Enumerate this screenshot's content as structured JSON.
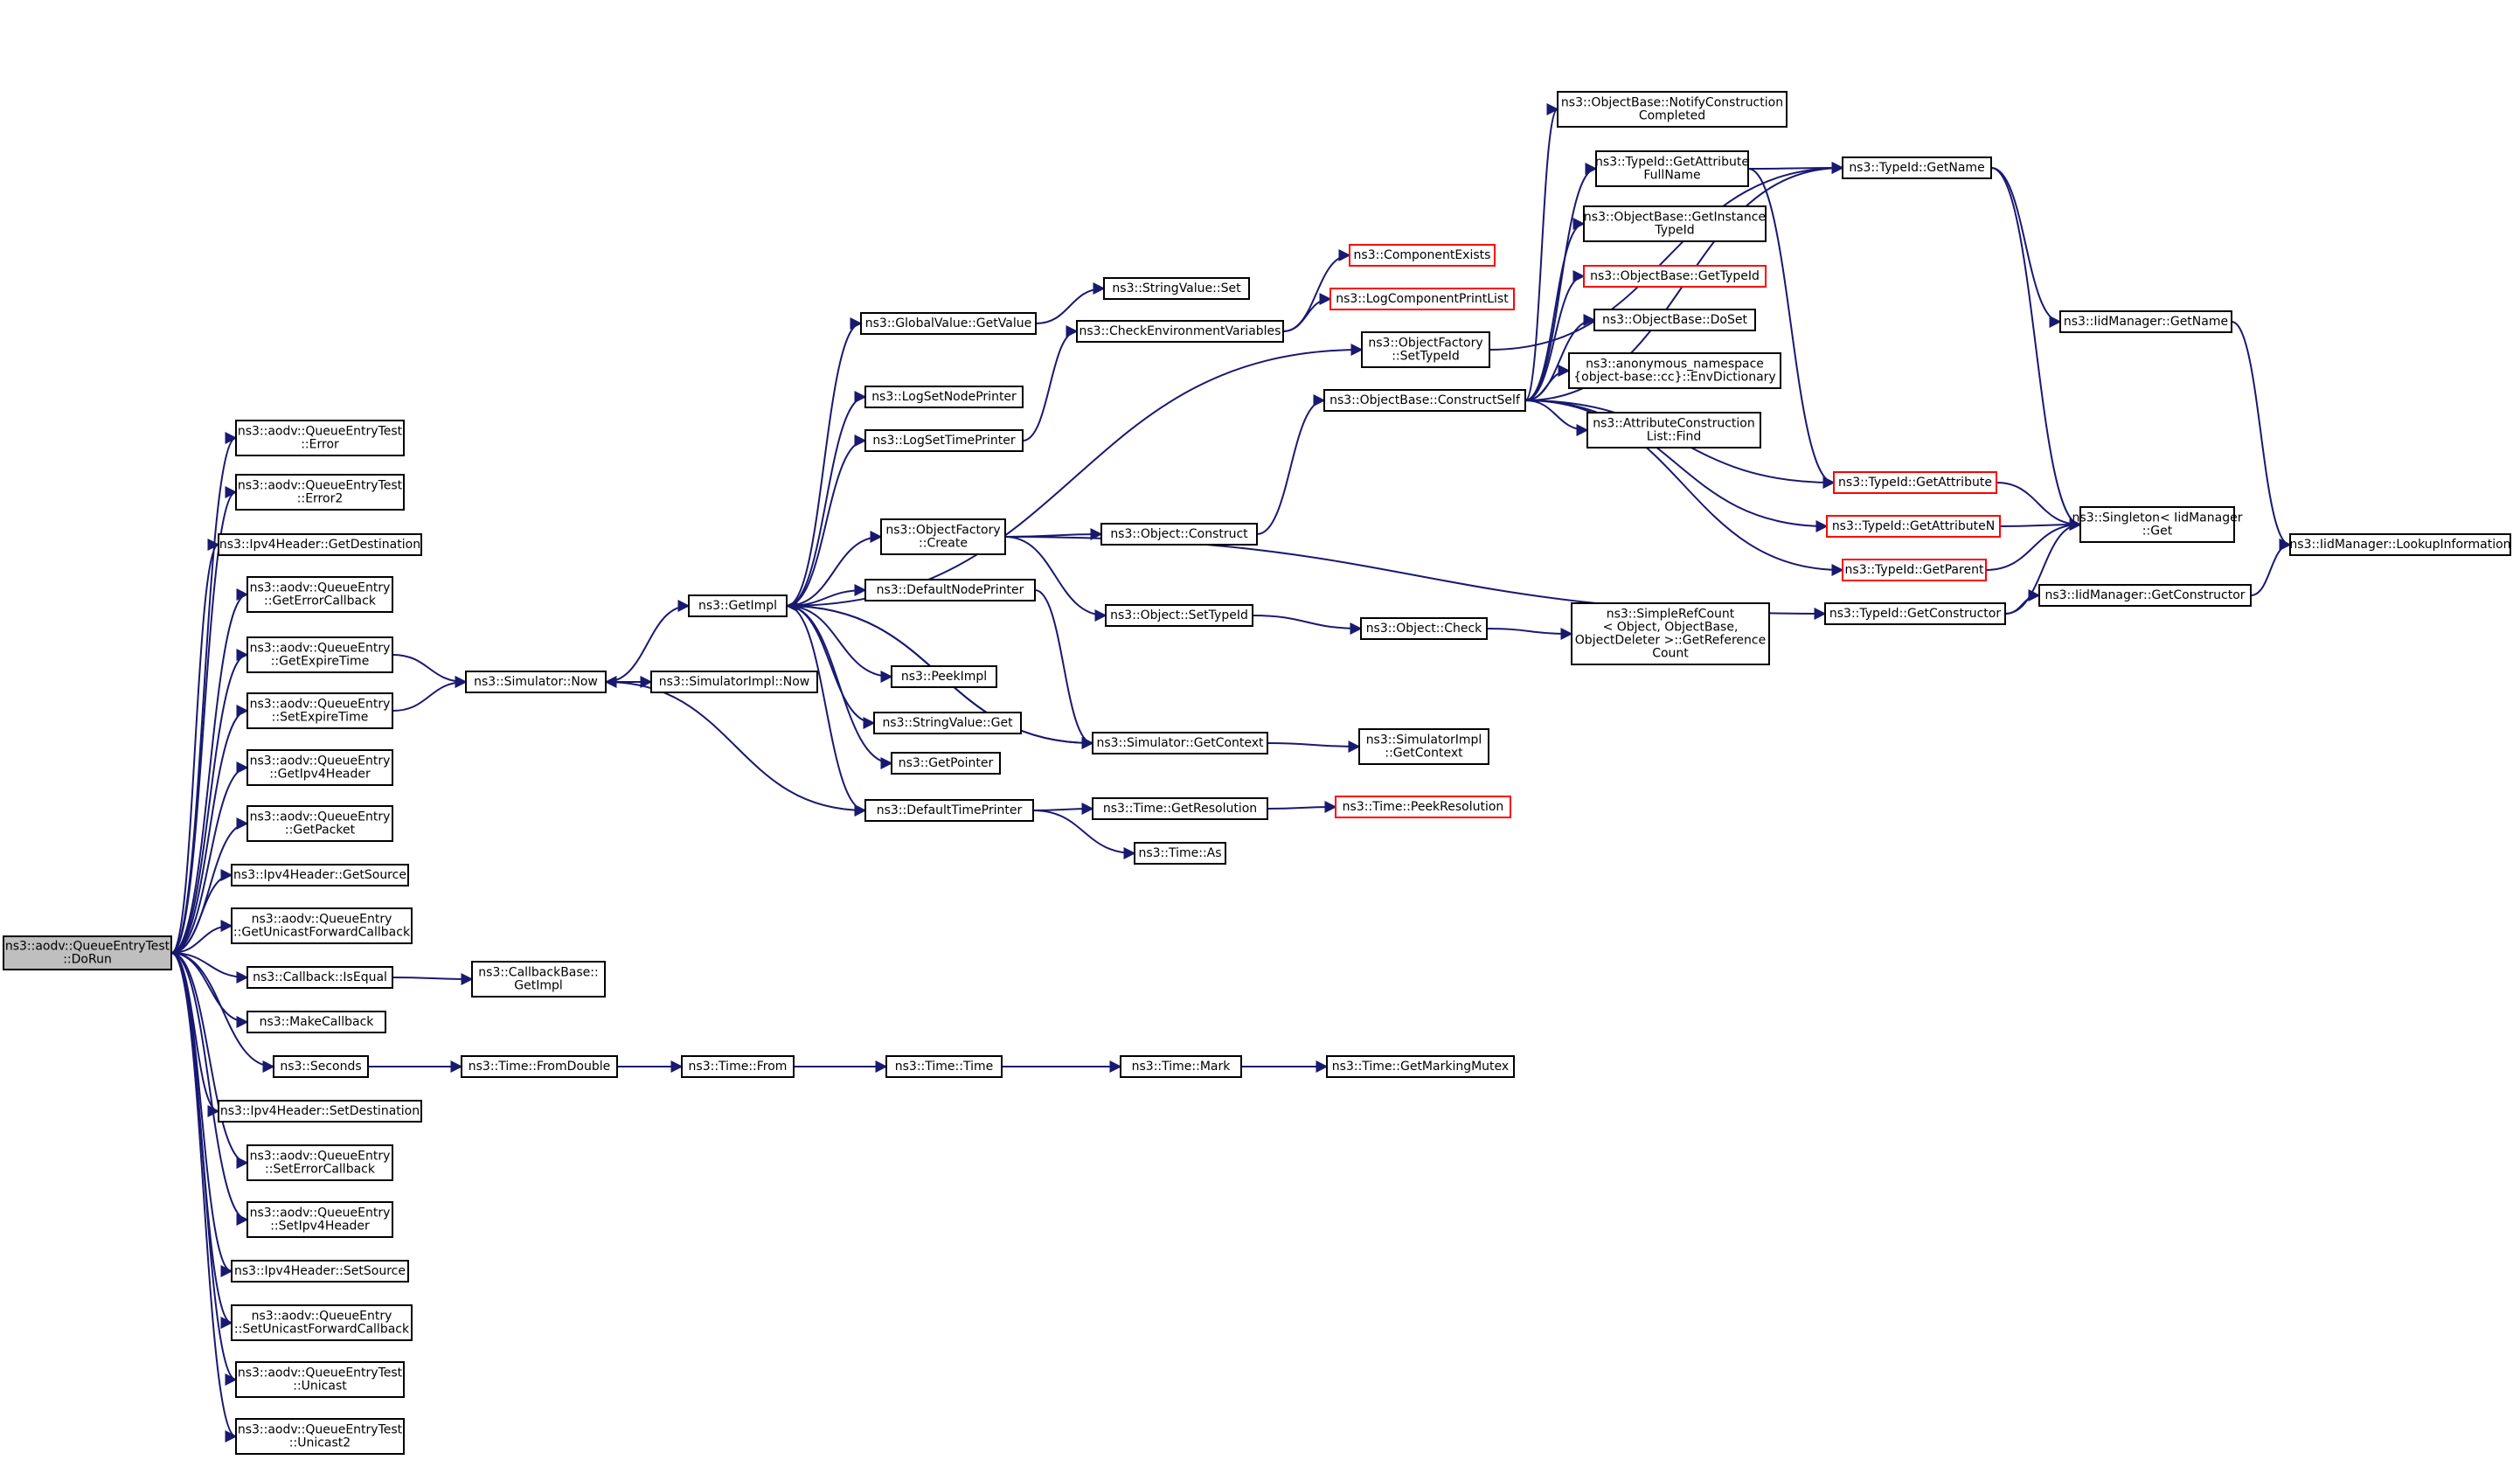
{
  "graph": {
    "nodes": [
      {
        "id": "root",
        "lines": [
          "ns3::aodv::QueueEntryTest",
          "::DoRun"
        ],
        "style": "root"
      },
      {
        "id": "error",
        "lines": [
          "ns3::aodv::QueueEntryTest",
          "::Error"
        ]
      },
      {
        "id": "error2",
        "lines": [
          "ns3::aodv::QueueEntryTest",
          "::Error2"
        ]
      },
      {
        "id": "ipv4getdest",
        "lines": [
          "ns3::Ipv4Header::GetDestination"
        ]
      },
      {
        "id": "geterrcb",
        "lines": [
          "ns3::aodv::QueueEntry",
          "::GetErrorCallback"
        ]
      },
      {
        "id": "getexpire",
        "lines": [
          "ns3::aodv::QueueEntry",
          "::GetExpireTime"
        ]
      },
      {
        "id": "setexpire",
        "lines": [
          "ns3::aodv::QueueEntry",
          "::SetExpireTime"
        ]
      },
      {
        "id": "getipv4hdr",
        "lines": [
          "ns3::aodv::QueueEntry",
          "::GetIpv4Header"
        ]
      },
      {
        "id": "getpacket",
        "lines": [
          "ns3::aodv::QueueEntry",
          "::GetPacket"
        ]
      },
      {
        "id": "ipv4getsrc",
        "lines": [
          "ns3::Ipv4Header::GetSource"
        ]
      },
      {
        "id": "getucb",
        "lines": [
          "ns3::aodv::QueueEntry",
          "::GetUnicastForwardCallback"
        ]
      },
      {
        "id": "isequal",
        "lines": [
          "ns3::Callback::IsEqual"
        ]
      },
      {
        "id": "cbgetimpl",
        "lines": [
          "ns3::CallbackBase::",
          "GetImpl"
        ]
      },
      {
        "id": "makecb",
        "lines": [
          "ns3::MakeCallback"
        ]
      },
      {
        "id": "seconds",
        "lines": [
          "ns3::Seconds"
        ]
      },
      {
        "id": "fromdouble",
        "lines": [
          "ns3::Time::FromDouble"
        ]
      },
      {
        "id": "from",
        "lines": [
          "ns3::Time::From"
        ]
      },
      {
        "id": "timetime",
        "lines": [
          "ns3::Time::Time"
        ]
      },
      {
        "id": "mark",
        "lines": [
          "ns3::Time::Mark"
        ]
      },
      {
        "id": "markmutex",
        "lines": [
          "ns3::Time::GetMarkingMutex"
        ]
      },
      {
        "id": "ipv4setdest",
        "lines": [
          "ns3::Ipv4Header::SetDestination"
        ]
      },
      {
        "id": "seterrcb",
        "lines": [
          "ns3::aodv::QueueEntry",
          "::SetErrorCallback"
        ]
      },
      {
        "id": "setipv4hdr",
        "lines": [
          "ns3::aodv::QueueEntry",
          "::SetIpv4Header"
        ]
      },
      {
        "id": "ipv4setsrc",
        "lines": [
          "ns3::Ipv4Header::SetSource"
        ]
      },
      {
        "id": "setucb",
        "lines": [
          "ns3::aodv::QueueEntry",
          "::SetUnicastForwardCallback"
        ]
      },
      {
        "id": "unicast",
        "lines": [
          "ns3::aodv::QueueEntryTest",
          "::Unicast"
        ]
      },
      {
        "id": "unicast2",
        "lines": [
          "ns3::aodv::QueueEntryTest",
          "::Unicast2"
        ]
      },
      {
        "id": "simnow",
        "lines": [
          "ns3::Simulator::Now"
        ]
      },
      {
        "id": "simimplnow",
        "lines": [
          "ns3::SimulatorImpl::Now"
        ]
      },
      {
        "id": "getimpl",
        "lines": [
          "ns3::GetImpl"
        ]
      },
      {
        "id": "gvgetvalue",
        "lines": [
          "ns3::GlobalValue::GetValue"
        ]
      },
      {
        "id": "logsetnode",
        "lines": [
          "ns3::LogSetNodePrinter"
        ]
      },
      {
        "id": "logsettime",
        "lines": [
          "ns3::LogSetTimePrinter"
        ]
      },
      {
        "id": "ofcreate",
        "lines": [
          "ns3::ObjectFactory",
          "::Create"
        ]
      },
      {
        "id": "defnodeprinter",
        "lines": [
          "ns3::DefaultNodePrinter"
        ]
      },
      {
        "id": "peekimpl",
        "lines": [
          "ns3::PeekImpl"
        ]
      },
      {
        "id": "svget",
        "lines": [
          "ns3::StringValue::Get"
        ]
      },
      {
        "id": "getpointer",
        "lines": [
          "ns3::GetPointer"
        ]
      },
      {
        "id": "deftimeprinter",
        "lines": [
          "ns3::DefaultTimePrinter"
        ]
      },
      {
        "id": "svset",
        "lines": [
          "ns3::StringValue::Set"
        ]
      },
      {
        "id": "checkenv",
        "lines": [
          "ns3::CheckEnvironmentVariables"
        ]
      },
      {
        "id": "objconstruct",
        "lines": [
          "ns3::Object::Construct"
        ]
      },
      {
        "id": "objsettypeid",
        "lines": [
          "ns3::Object::SetTypeId"
        ]
      },
      {
        "id": "simgetctx",
        "lines": [
          "ns3::Simulator::GetContext"
        ]
      },
      {
        "id": "timegetres",
        "lines": [
          "ns3::Time::GetResolution"
        ]
      },
      {
        "id": "timeas",
        "lines": [
          "ns3::Time::As"
        ]
      },
      {
        "id": "compexists",
        "lines": [
          "ns3::ComponentExists"
        ],
        "style": "red"
      },
      {
        "id": "logcompprint",
        "lines": [
          "ns3::LogComponentPrintList"
        ],
        "style": "red"
      },
      {
        "id": "ofsettypeid",
        "lines": [
          "ns3::ObjectFactory",
          "::SetTypeId"
        ]
      },
      {
        "id": "obconstructself",
        "lines": [
          "ns3::ObjectBase::ConstructSelf"
        ]
      },
      {
        "id": "objcheck",
        "lines": [
          "ns3::Object::Check"
        ]
      },
      {
        "id": "simimplgetctx",
        "lines": [
          "ns3::SimulatorImpl",
          "::GetContext"
        ]
      },
      {
        "id": "timepeekres",
        "lines": [
          "ns3::Time::PeekResolution"
        ],
        "style": "red"
      },
      {
        "id": "obnotify",
        "lines": [
          "ns3::ObjectBase::NotifyConstruction",
          "Completed"
        ]
      },
      {
        "id": "tidgetattrfull",
        "lines": [
          "ns3::TypeId::GetAttribute",
          "FullName"
        ]
      },
      {
        "id": "obgetinst",
        "lines": [
          "ns3::ObjectBase::GetInstance",
          "TypeId"
        ]
      },
      {
        "id": "obgettypeid",
        "lines": [
          "ns3::ObjectBase::GetTypeId"
        ],
        "style": "red"
      },
      {
        "id": "obdoset",
        "lines": [
          "ns3::ObjectBase::DoSet"
        ]
      },
      {
        "id": "anonenv",
        "lines": [
          "ns3::anonymous_namespace",
          "{object-base::cc}::EnvDictionary"
        ]
      },
      {
        "id": "attrfind",
        "lines": [
          "ns3::AttributeConstruction",
          "List::Find"
        ]
      },
      {
        "id": "simplerefcount",
        "lines": [
          "ns3::SimpleRefCount",
          "< Object, ObjectBase,",
          "ObjectDeleter >::GetReference",
          "Count"
        ]
      },
      {
        "id": "tidgetname",
        "lines": [
          "ns3::TypeId::GetName"
        ]
      },
      {
        "id": "iidgetname",
        "lines": [
          "ns3::IidManager::GetName"
        ]
      },
      {
        "id": "tidgetattr",
        "lines": [
          "ns3::TypeId::GetAttribute"
        ],
        "style": "red"
      },
      {
        "id": "tidgetattrn",
        "lines": [
          "ns3::TypeId::GetAttributeN"
        ],
        "style": "red"
      },
      {
        "id": "tidgetparent",
        "lines": [
          "ns3::TypeId::GetParent"
        ],
        "style": "red"
      },
      {
        "id": "tidgetctor",
        "lines": [
          "ns3::TypeId::GetConstructor"
        ]
      },
      {
        "id": "singleton",
        "lines": [
          "ns3::Singleton< IidManager",
          "::Get"
        ]
      },
      {
        "id": "iidgetctor",
        "lines": [
          "ns3::IidManager::GetConstructor"
        ]
      },
      {
        "id": "iidlookup",
        "lines": [
          "ns3::IidManager::LookupInformation"
        ]
      }
    ]
  }
}
